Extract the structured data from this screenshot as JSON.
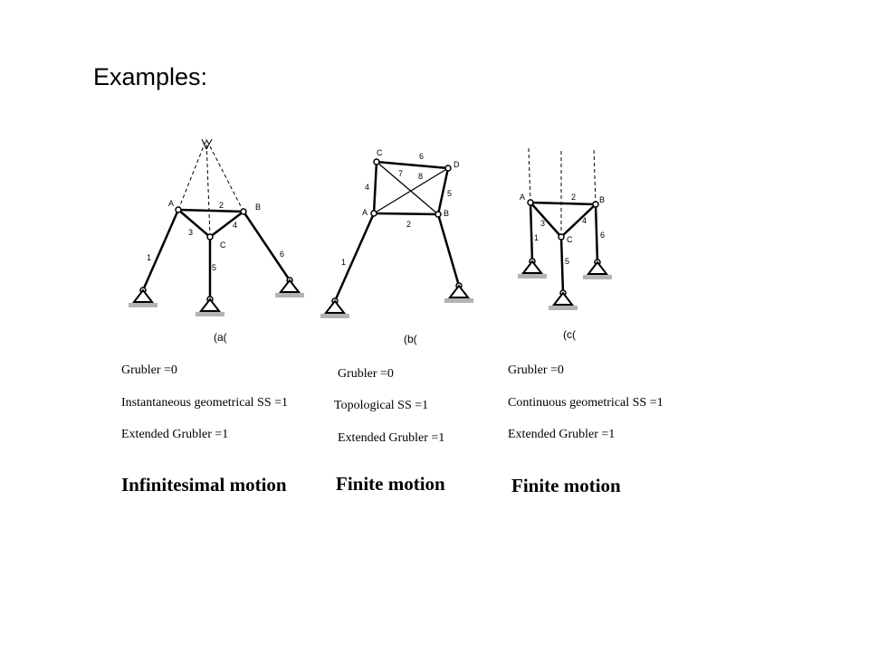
{
  "title": "Examples:",
  "columns": [
    {
      "caption": "(a(",
      "lines": [
        "Grubler =0",
        "Instantaneous geometrical  SS =1",
        "Extended Grubler =1"
      ],
      "motion": "Infinitesimal motion",
      "joints": [
        "A",
        "B",
        "C"
      ],
      "links": [
        "1",
        "2",
        "3",
        "4",
        "5",
        "6"
      ]
    },
    {
      "caption": "(b(",
      "lines": [
        "Grubler =0",
        "Topological  SS =1",
        "Extended Grubler =1"
      ],
      "motion": "Finite motion",
      "joints": [
        "A",
        "B",
        "C",
        "D"
      ],
      "links": [
        "1",
        "2",
        "4",
        "5",
        "6",
        "7",
        "8"
      ]
    },
    {
      "caption": "(c(",
      "lines": [
        "Grubler =0",
        "Continuous  geometrical  SS =1",
        "Extended Grubler =1"
      ],
      "motion": "Finite motion",
      "joints": [
        "A",
        "B",
        "C"
      ],
      "links": [
        "1",
        "2",
        "3",
        "4",
        "5",
        "6"
      ]
    }
  ]
}
